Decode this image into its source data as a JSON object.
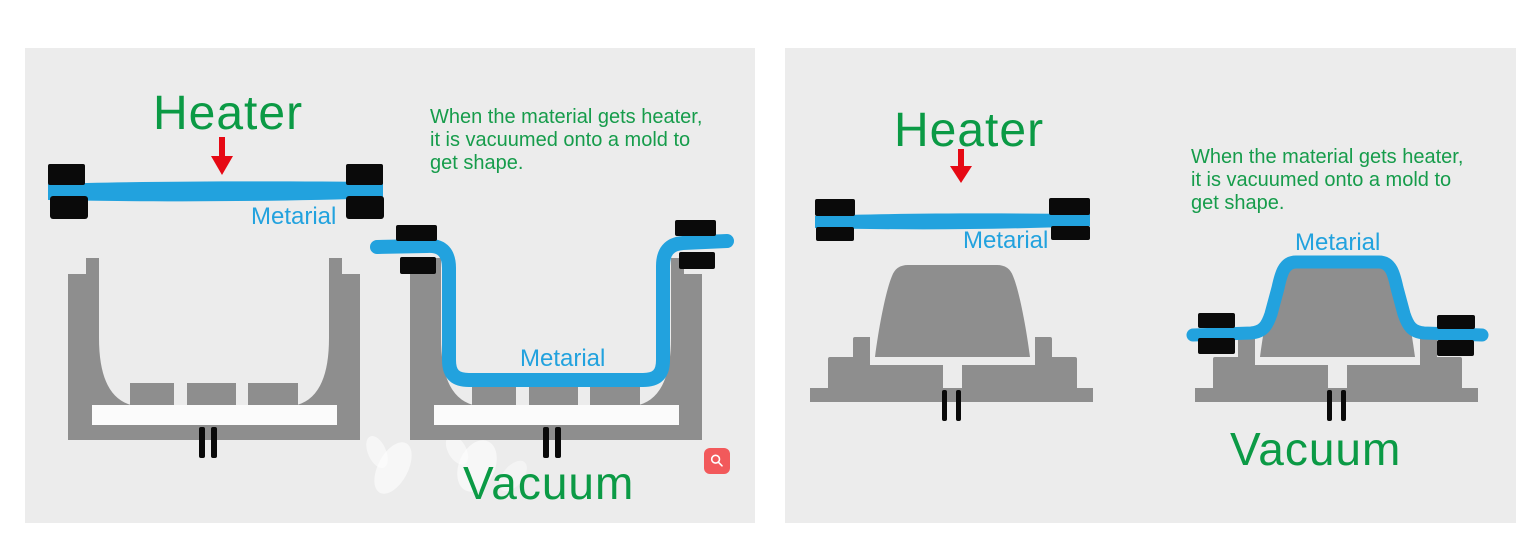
{
  "colors": {
    "page_background": "#ffffff",
    "panel_background": "#ececec",
    "heater_green": "#0b9a45",
    "description_green": "#169c4b",
    "material_blue": "#22a2de",
    "arrow_red": "#e60914",
    "mold_gray": "#8e8e8e",
    "clamp_black": "#0a0a0a",
    "vent_slot_white": "#fbfbfb",
    "zoom_button_red": "#f2595b"
  },
  "left_panel": {
    "heater_label": "Heater",
    "sheet_material_label": "Metarial",
    "description_lines": [
      "When the material gets heater,",
      "it is vacuumed onto a mold to",
      "get shape."
    ],
    "mold_material_label": "Metarial",
    "vacuum_label": "Vacuum"
  },
  "right_panel": {
    "heater_label": "Heater",
    "sheet_material_label": "Metarial",
    "description_lines": [
      "When the material gets heater,",
      "it is vacuumed onto a mold to",
      "get shape."
    ],
    "mold_material_label": "Metarial",
    "vacuum_label": "Vacuum"
  }
}
